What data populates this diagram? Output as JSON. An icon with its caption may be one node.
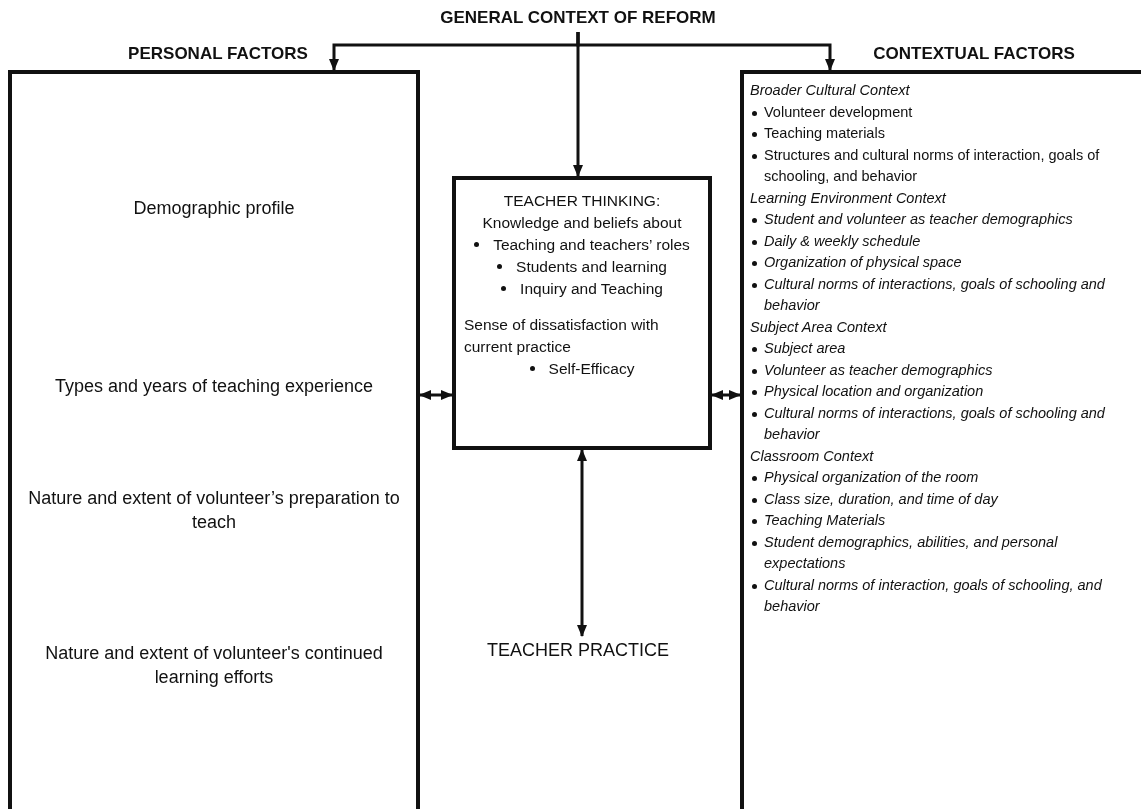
{
  "diagram": {
    "nodes": [
      {
        "text": [
          "GENERAL CONTEXT OF REFORM"
        ]
      },
      {
        "text": [
          "PERSONAL FACTORS",
          "Demographic profile",
          "Types and years of teaching experience",
          "Nature and extent of volunteer’s preparation to teach",
          "Nature and extent of volunteer's continued learning efforts"
        ]
      },
      {
        "text": [
          "TEACHER THINKING:",
          "Knowledge and beliefs about",
          "Teaching and teachers’ roles",
          "Students and learning",
          "Inquiry and Teaching",
          "Sense of dissatisfaction with current practice",
          "Self-Efficacy"
        ]
      },
      {
        "text": [
          "TEACHER PRACTICE"
        ]
      },
      {
        "text": [
          "CONTEXTUAL FACTORS",
          "Broader Cultural Context",
          "Volunteer development",
          "Teaching materials",
          "Structures and cultural norms of interaction, goals of schooling, and behavior",
          "Learning Environment Context",
          "Student and volunteer as teacher demographics",
          "Daily & weekly schedule",
          "Organization of physical space",
          "Cultural norms of interactions, goals of schooling and behavior",
          "Subject Area Context",
          "Subject area",
          "Volunteer as teacher demographics",
          "Physical location and organization",
          "Cultural norms of interactions, goals of schooling and behavior",
          "Classroom Context",
          "Physical organization of the room",
          "Class size, duration, and time of day",
          "Teaching Materials",
          "Student demographics, abilities, and personal expectations",
          "Cultural norms of interaction, goals of schooling, and behavior"
        ]
      }
    ],
    "edges": [
      {
        "from": 0,
        "to": 1,
        "arrow": "to"
      },
      {
        "from": 0,
        "to": 2,
        "arrow": "to"
      },
      {
        "from": 0,
        "to": 4,
        "arrow": "to"
      },
      {
        "from": 2,
        "to": 1,
        "arrow": "both"
      },
      {
        "from": 2,
        "to": 4,
        "arrow": "both"
      },
      {
        "from": 2,
        "to": 3,
        "arrow": "both"
      }
    ]
  }
}
